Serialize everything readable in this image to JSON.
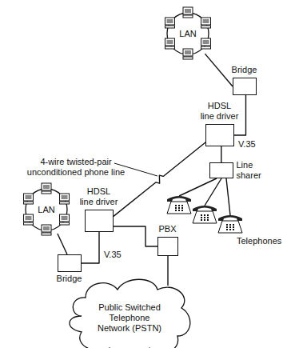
{
  "diagram": {
    "nodes": [
      {
        "text": [
          "LAN"
        ]
      },
      {
        "text": [
          "Bridge"
        ]
      },
      {
        "text": [
          "HDSL line driver"
        ]
      },
      {
        "text": [
          "Line sharer"
        ]
      },
      {
        "text": [
          "HDSL line driver"
        ]
      },
      {
        "text": [
          "LAN"
        ]
      },
      {
        "text": [
          "PBX"
        ]
      },
      {
        "text": [
          "Telephones"
        ]
      },
      {
        "text": [
          "Bridge"
        ]
      },
      {
        "text": [
          "Public Switched Telephone Network (PSTN)"
        ]
      }
    ],
    "edges": [
      {
        "from": 0,
        "to": 1,
        "arrow": "none"
      },
      {
        "from": 1,
        "to": 2,
        "label": "V.35",
        "arrow": "none"
      },
      {
        "from": 2,
        "to": 4,
        "arrow": "none"
      },
      {
        "from": 2,
        "to": 3,
        "arrow": "none"
      },
      {
        "from": 3,
        "to": 7,
        "arrow": "none"
      },
      {
        "from": 4,
        "to": 6,
        "arrow": "none"
      },
      {
        "from": 6,
        "to": 9,
        "arrow": "none"
      },
      {
        "from": 4,
        "to": 8,
        "label": "V.35",
        "arrow": "none"
      },
      {
        "from": 5,
        "to": 8,
        "arrow": "none"
      }
    ],
    "labels": [
      "4-wire twisted-pair unconditioned phone line"
    ]
  }
}
